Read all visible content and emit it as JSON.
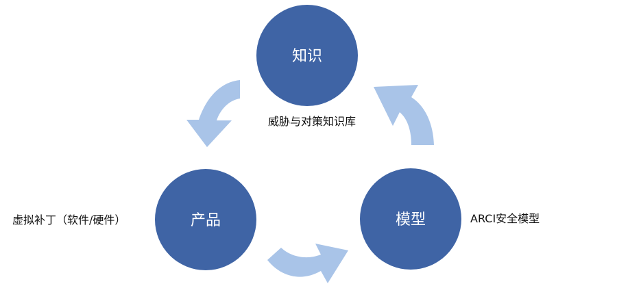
{
  "colors": {
    "node_fill": "#3f64a5",
    "arrow_fill": "#a9c4e8",
    "caption_text": "#111111",
    "node_text": "#ffffff"
  },
  "diagram": {
    "type": "cycle",
    "nodes": [
      {
        "id": "knowledge",
        "label": "知识",
        "caption": "威胁与对策知识库"
      },
      {
        "id": "product",
        "label": "产品",
        "caption": "虚拟补丁（软件/硬件）"
      },
      {
        "id": "model",
        "label": "模型",
        "caption": "ARCI安全模型"
      }
    ],
    "flow": [
      "知识",
      "产品",
      "模型",
      "知识"
    ]
  }
}
